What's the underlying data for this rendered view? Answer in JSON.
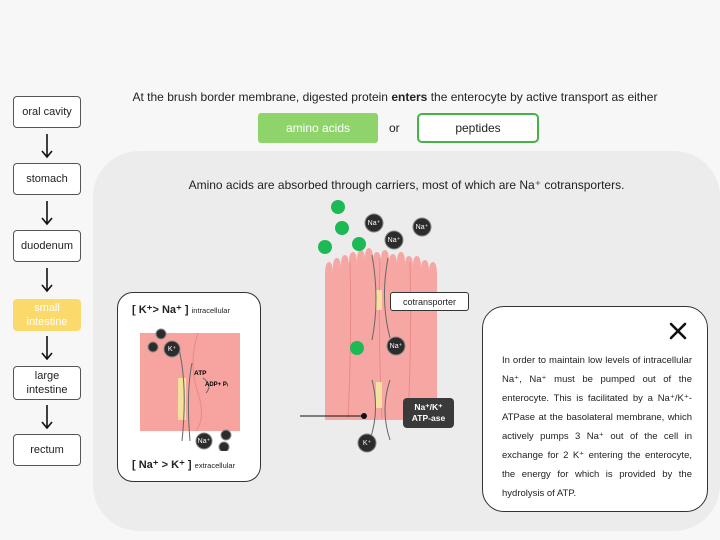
{
  "nav": {
    "items": [
      {
        "label": "oral cavity"
      },
      {
        "label": "stomach"
      },
      {
        "label": "duodenum"
      },
      {
        "label": "small intestine"
      },
      {
        "label": "large intestine"
      },
      {
        "label": "rectum"
      }
    ],
    "active": "small intestine"
  },
  "header": {
    "text_before": "At the brush border membrane, digested protein ",
    "text_bold": "enters",
    "text_after": " the enterocyte by active transport as either"
  },
  "buttons": {
    "amino": "amino acids",
    "or": "or",
    "peptides": "peptides"
  },
  "panel": {
    "text": "Amino acids are absorbed through carriers, most of which are Na⁺ cotransporters."
  },
  "diagram": {
    "cotransporter_label": "cotransporter",
    "atpase_line1": "Na⁺/K⁺",
    "atpase_line2": "ATP-ase",
    "na_label": "Na⁺",
    "k_label": "K⁺"
  },
  "inset": {
    "top_title": "[ K⁺> Na⁺ ]",
    "top_sub": "intracellular",
    "bottom_title": "[ Na⁺ > K⁺ ]",
    "bottom_sub": "extracellular",
    "atp": "ATP",
    "adp": "ADP+ Pᵢ"
  },
  "popup": {
    "text": "In order to maintain low levels of intracellular Na⁺, Na⁺ must be pumped out of the enterocyte. This is facilitated by a Na⁺/K⁺-ATPase at the basolateral membrane, which actively pumps 3 Na⁺ out of the cell in exchange for 2 K⁺ entering the enterocyte, the energy for which is provided by the hydrolysis of ATP."
  },
  "colors": {
    "active_nav": "#fbd96a",
    "amino_button": "#8fd46b",
    "peptides_border": "#47b047",
    "cell": "#f7a3a0",
    "amino_acid": "#1db954"
  }
}
